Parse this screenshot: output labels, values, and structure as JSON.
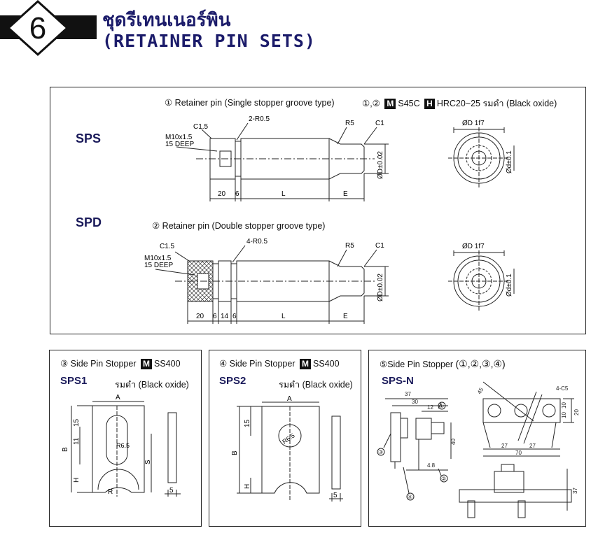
{
  "header": {
    "section_number": "6",
    "title_th": "ชุดรีเทนเนอร์พิน",
    "title_en": "(RETAINER PIN SETS)"
  },
  "main_panel": {
    "sps": {
      "code": "SPS",
      "caption": "① Retainer pin (Single stopper groove type)",
      "material_prefix": "①,②",
      "material_badge_m": "M",
      "material": "S45C",
      "hardness_badge_h": "H",
      "hardness": "HRC20~25 รมดำ (Black oxide)",
      "labels": {
        "c15": "C1.5",
        "thread": "M10x1.5",
        "depth": "15 DEEP",
        "r05": "2-R0.5",
        "r5": "R5",
        "c1": "C1",
        "dim20": "20",
        "dim6": "6",
        "dimL": "L",
        "dimE": "E",
        "od": "ØD±0.02",
        "end_dia": "ØD 1f7",
        "end_d": "Ød±0.1"
      }
    },
    "spd": {
      "code": "SPD",
      "caption": "② Retainer pin (Double stopper groove type)",
      "labels": {
        "c15": "C1.5",
        "thread": "M10x1.5",
        "depth": "15 DEEP",
        "r05": "4-R0.5",
        "r5": "R5",
        "c1": "C1",
        "dim20": "20",
        "dim6a": "6",
        "dim14": "14",
        "dim6b": "6",
        "dimL": "L",
        "dimE": "E",
        "od": "ØD±0.02",
        "end_dia": "ØD 1f7",
        "end_d": "Ød±0.1"
      }
    }
  },
  "sps1": {
    "caption": "③ Side Pin Stopper",
    "badge": "M",
    "material": "SS400",
    "code": "SPS1",
    "finish": "รมดำ (Black oxide)",
    "labels": {
      "a": "A",
      "b": "B",
      "h": "H",
      "s": "S",
      "r": "R",
      "r65": "R6.5",
      "d15": "15",
      "d11": "11",
      "d5": "5"
    }
  },
  "sps2": {
    "caption": "④ Side Pin Stopper",
    "badge": "M",
    "material": "SS400",
    "code": "SPS2",
    "finish": "รมดำ (Black oxide)",
    "labels": {
      "a": "A",
      "b": "B",
      "h": "H",
      "r65": "R6.5",
      "d15": "15",
      "d5": "5"
    }
  },
  "spsn": {
    "caption": "⑤Side Pin Stopper",
    "caption_refs": "(①,②,③,④)",
    "code": "SPS-N",
    "labels": {
      "d37": "37",
      "d30": "30",
      "d12": "12",
      "d40": "40",
      "d48": "4.8",
      "c1": "①",
      "c2": "②",
      "c3": "③",
      "c4": "④",
      "d45": "45",
      "c5": "4-C5",
      "d10a": "10",
      "d10b": "10",
      "d20": "20",
      "d27a": "27",
      "d27b": "27",
      "d70": "70",
      "d37b": "37"
    }
  }
}
